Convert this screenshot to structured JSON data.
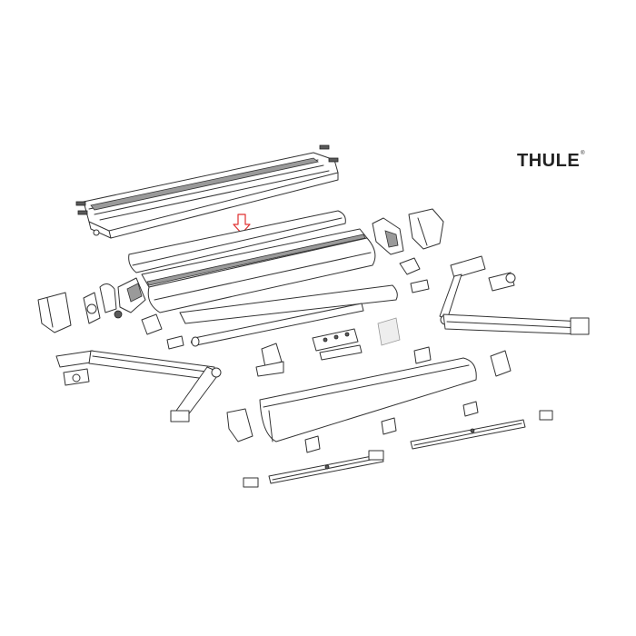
{
  "brand": {
    "name": "THULE",
    "mark": "®"
  },
  "colors": {
    "line": "#333333",
    "shade": "#9a9a9a",
    "highlight_arrow": "#e03030",
    "background": "#ffffff"
  },
  "parts": [
    "cassette-top-rail",
    "awning-fabric",
    "roller-tube",
    "lead-rail",
    "left-end-cap",
    "right-end-cap",
    "left-arm",
    "right-arm",
    "front-cover",
    "support-leg-left",
    "support-leg-right",
    "brackets",
    "clips"
  ],
  "highlighted_part": "awning-fabric"
}
